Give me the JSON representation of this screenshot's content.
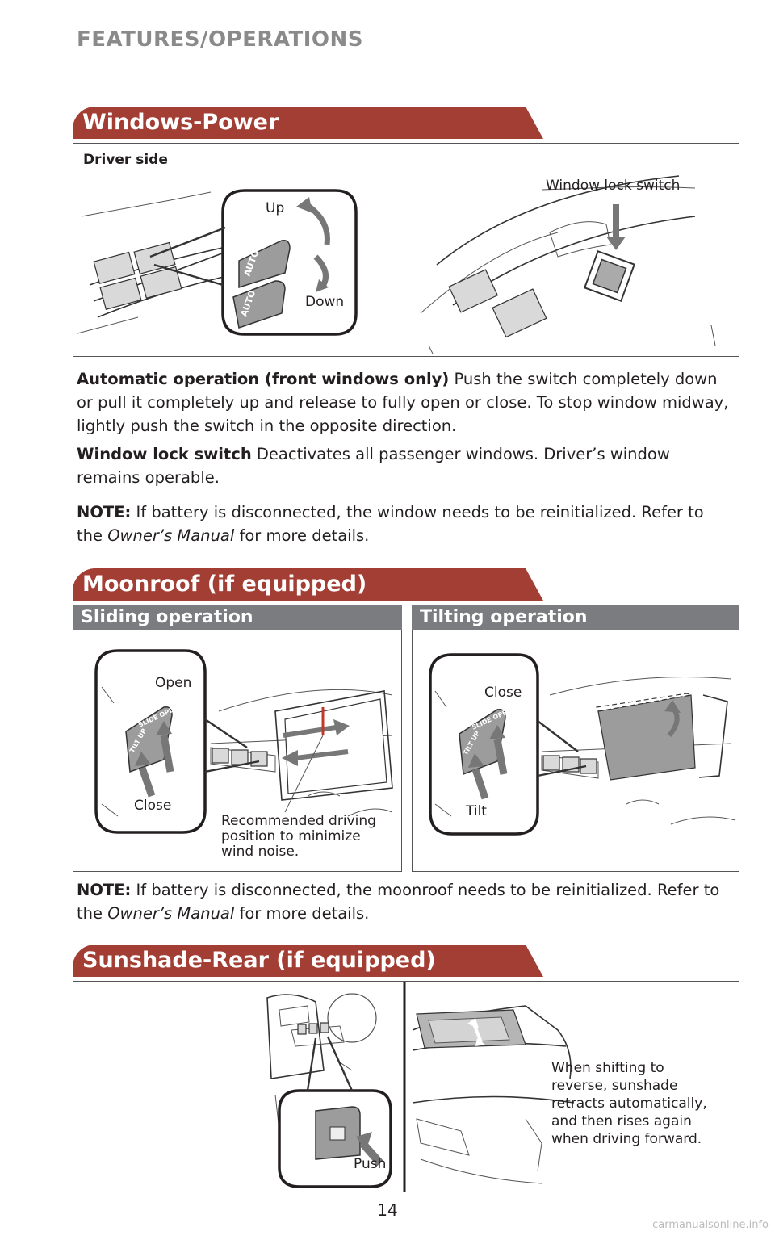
{
  "header": "FEATURES/OPERATIONS",
  "sections": {
    "windows": {
      "title": "Windows-Power",
      "figure": {
        "driver_side": "Driver side",
        "up": "Up",
        "down": "Down",
        "window_lock_switch": "Window lock switch",
        "auto": "AUTO"
      },
      "auto_op_label": "Automatic operation (front windows only)",
      "auto_op_text": " Push the switch completely down or pull it completely up and release to fully open or close. To stop window midway, lightly push the switch in the opposite direction.",
      "lock_label": "Window lock switch",
      "lock_text": " Deactivates all passenger windows. Driver’s window remains operable.",
      "note_label": "NOTE:",
      "note_text_1": " If battery is disconnected, the window needs to be reinitialized. Refer to the ",
      "note_manual": "Owner’s Manual",
      "note_text_2": " for more details."
    },
    "moonroof": {
      "title": "Moonroof (if equipped)",
      "sliding": {
        "title": "Sliding operation",
        "open": "Open",
        "close": "Close",
        "recommend_1": "Recommended driving",
        "recommend_2": "position to minimize",
        "recommend_3": "wind noise.",
        "slide_open": "SLIDE OPEN",
        "tilt_up": "TILT UP"
      },
      "tilting": {
        "title": "Tilting operation",
        "close": "Close",
        "tilt": "Tilt"
      },
      "note_label": "NOTE:",
      "note_text_1": " If battery is disconnected, the moonroof needs to be reinitialized. Refer to the ",
      "note_manual": "Owner’s Manual",
      "note_text_2": " for more details."
    },
    "sunshade": {
      "title": "Sunshade-Rear (if equipped)",
      "push": "Push",
      "desc_1": "When shifting to",
      "desc_2": "reverse, sunshade",
      "desc_3": "retracts automatically,",
      "desc_4": "and then rises again",
      "desc_5": "when driving forward."
    }
  },
  "page_number": "14",
  "watermark": "carmanualsonline.info"
}
